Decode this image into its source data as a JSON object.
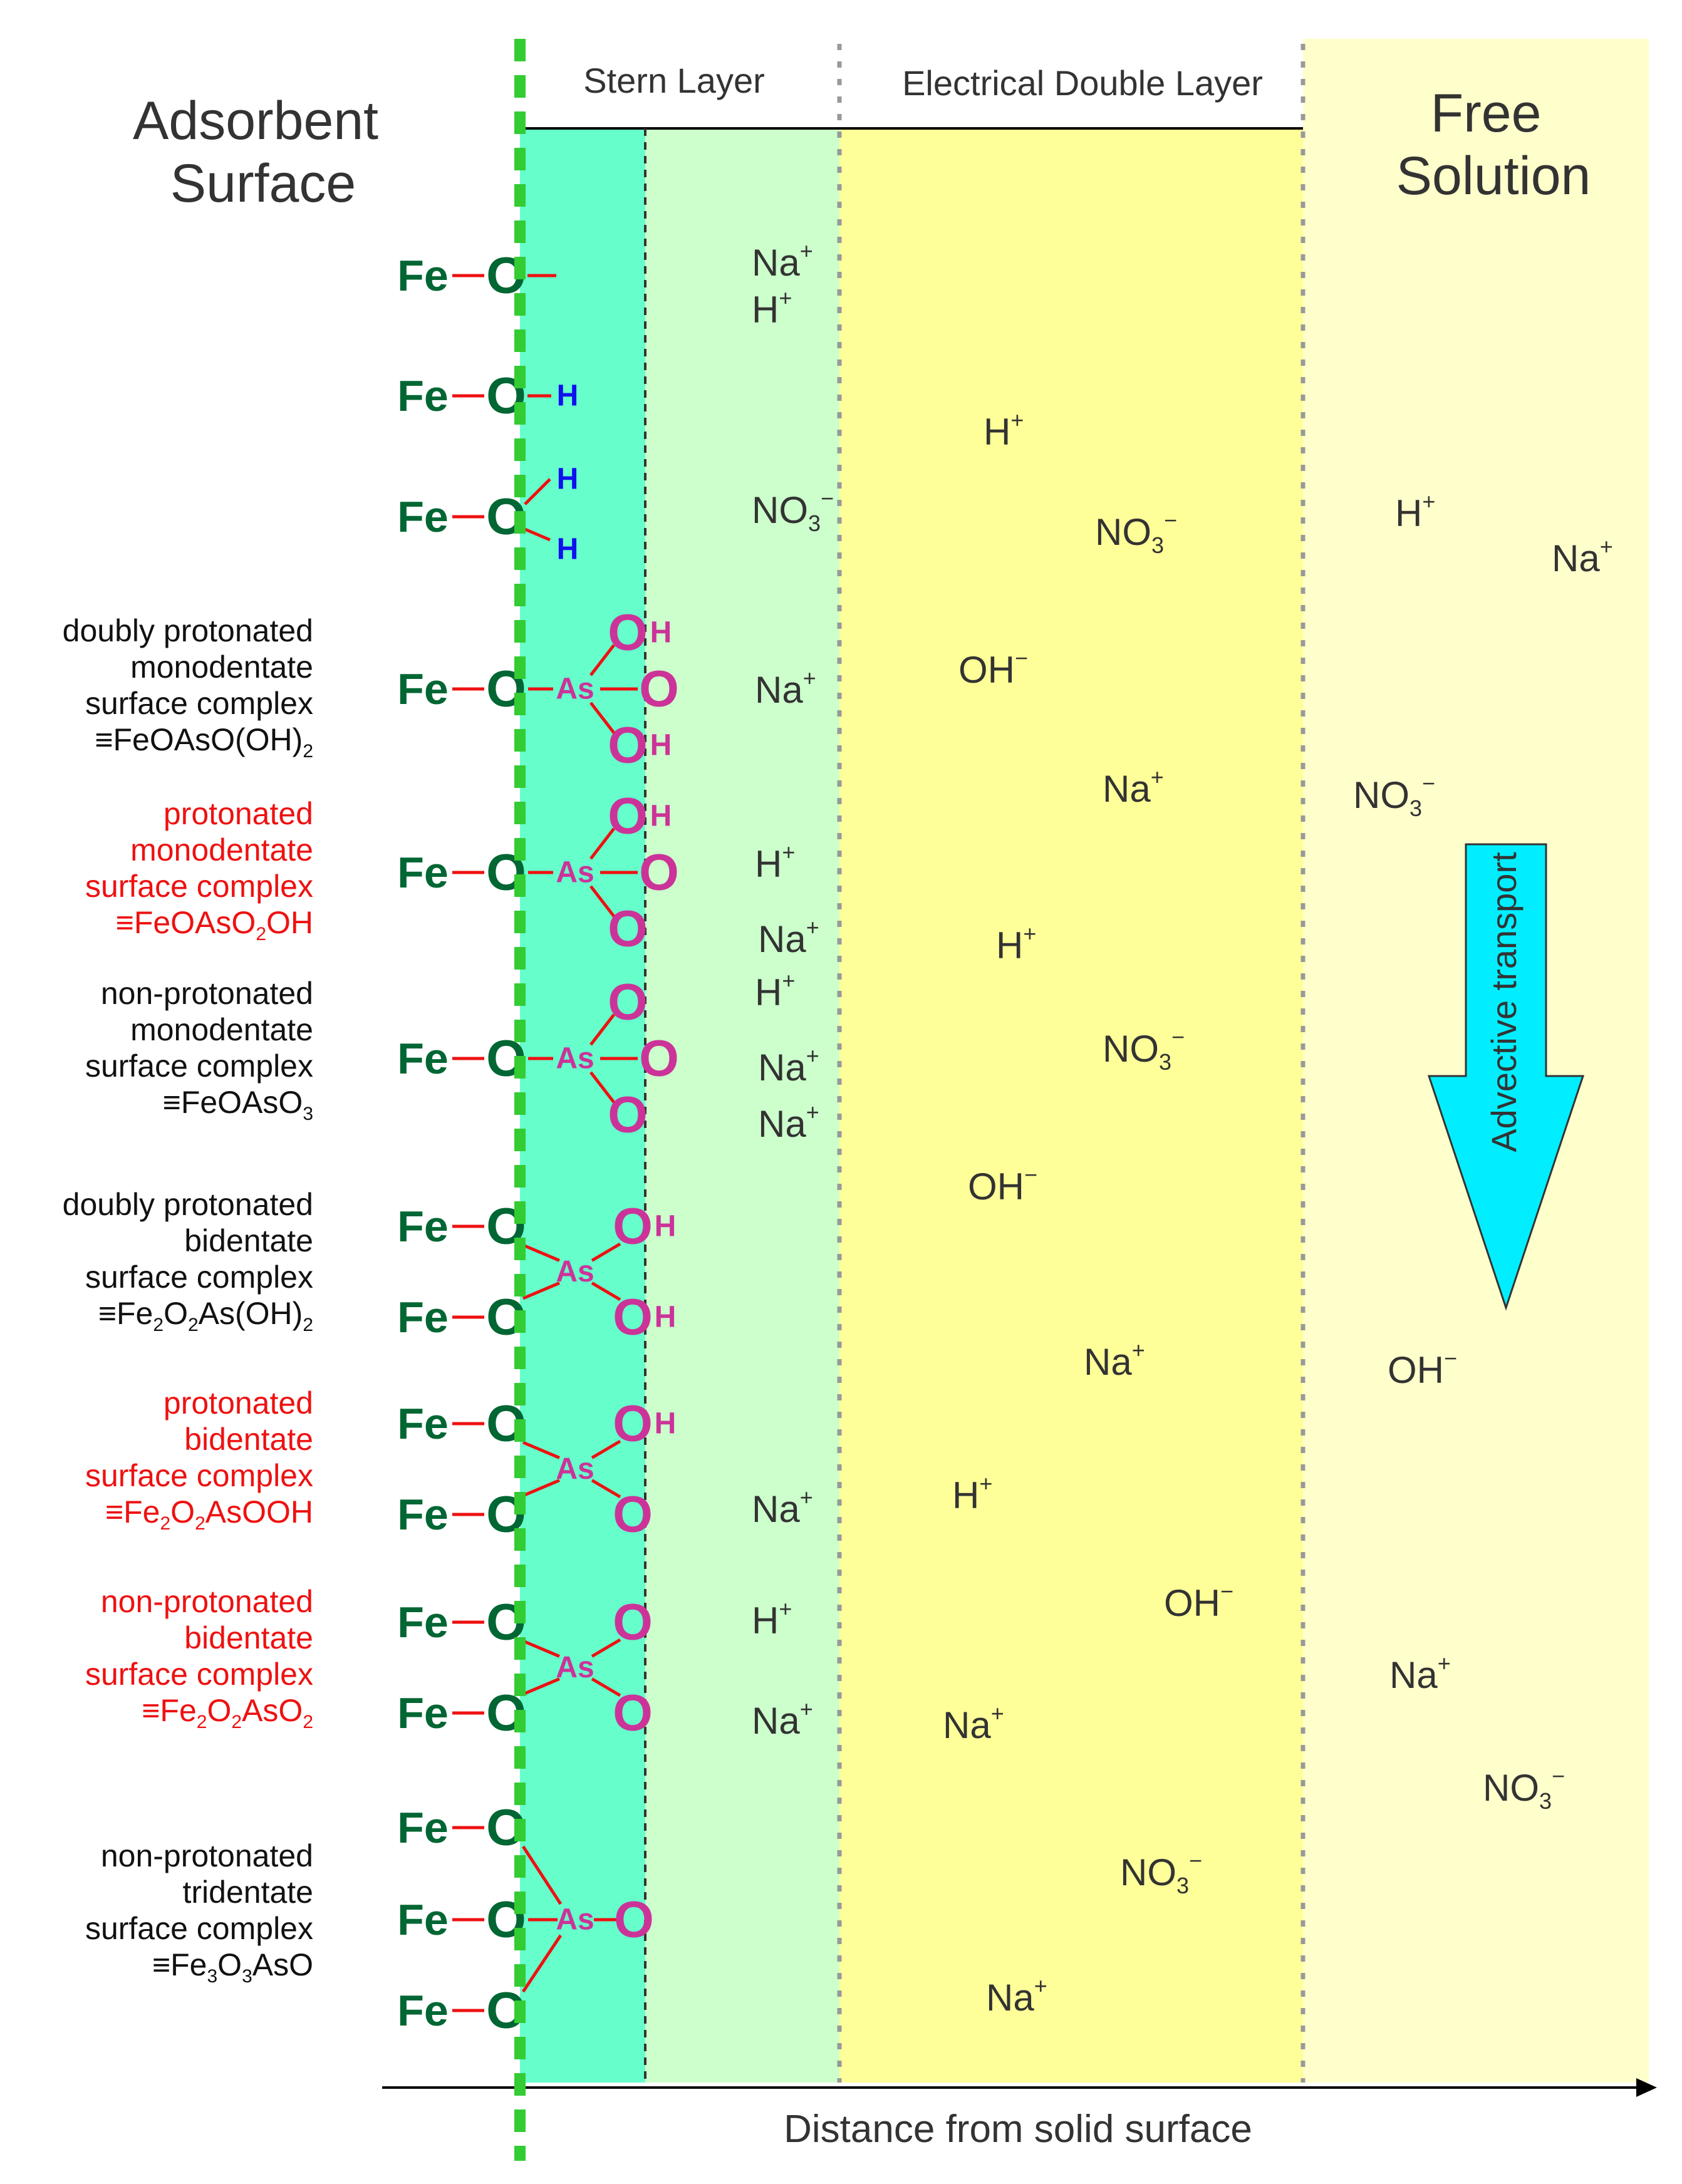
{
  "colors": {
    "stern_inner": "#66ffcc",
    "stern_outer": "#ccffcc",
    "edl": "#ffff99",
    "free_solution": "#ffffcc",
    "surface_dashed_line": "#33cc33",
    "fe_o_text": "#006633",
    "bond": "#ee1111",
    "hydrogen_on_oxygen": "#1111ee",
    "arsenate": "#cc3399",
    "red_label": "#ee1111",
    "advective_arrow": "#00eeff"
  },
  "headers": {
    "adsorbent": [
      "Adsorbent",
      "Surface"
    ],
    "stern": "Stern Layer",
    "edl": "Electrical Double Layer",
    "free": [
      "Free",
      "Solution"
    ]
  },
  "axis": {
    "xlabel": "Distance from solid surface"
  },
  "arrow": {
    "label": "Advective transport"
  },
  "species": {
    "fe": "Fe",
    "o": "O",
    "h": "H",
    "as": "As"
  },
  "complex_labels": [
    {
      "color": "black",
      "lines": [
        "doubly protonated",
        "monodentate",
        "surface complex"
      ],
      "formula": [
        [
          "≡FeOAsO(OH)",
          "n"
        ],
        [
          "2",
          "sub"
        ]
      ]
    },
    {
      "color": "red",
      "lines": [
        "protonated",
        "monodentate",
        "surface complex"
      ],
      "formula": [
        [
          "≡FeOAsO",
          "n"
        ],
        [
          "2",
          "sub"
        ],
        [
          "OH",
          "n"
        ]
      ]
    },
    {
      "color": "black",
      "lines": [
        "non-protonated",
        "monodentate",
        "surface complex"
      ],
      "formula": [
        [
          "≡FeOAsO",
          "n"
        ],
        [
          "3",
          "sub"
        ]
      ]
    },
    {
      "color": "black",
      "lines": [
        "doubly protonated",
        "bidentate",
        "surface complex"
      ],
      "formula": [
        [
          "≡Fe",
          "n"
        ],
        [
          "2",
          "sub"
        ],
        [
          "O",
          "n"
        ],
        [
          "2",
          "sub"
        ],
        [
          "As(OH)",
          "n"
        ],
        [
          "2",
          "sub"
        ]
      ]
    },
    {
      "color": "red",
      "lines": [
        "protonated",
        "bidentate",
        "surface complex"
      ],
      "formula": [
        [
          "≡Fe",
          "n"
        ],
        [
          "2",
          "sub"
        ],
        [
          "O",
          "n"
        ],
        [
          "2",
          "sub"
        ],
        [
          "AsOOH",
          "n"
        ]
      ]
    },
    {
      "color": "red",
      "lines": [
        "non-protonated",
        "bidentate",
        "surface complex"
      ],
      "formula": [
        [
          "≡Fe",
          "n"
        ],
        [
          "2",
          "sub"
        ],
        [
          "O",
          "n"
        ],
        [
          "2",
          "sub"
        ],
        [
          "AsO",
          "n"
        ],
        [
          "2",
          "sub"
        ]
      ]
    },
    {
      "color": "black",
      "lines": [
        "non-protonated",
        "tridentate",
        "surface complex"
      ],
      "formula": [
        [
          "≡Fe",
          "n"
        ],
        [
          "3",
          "sub"
        ],
        [
          "O",
          "n"
        ],
        [
          "3",
          "sub"
        ],
        [
          "AsO",
          "n"
        ]
      ]
    }
  ],
  "ions": [
    {
      "parts": [
        [
          "Na",
          "n"
        ],
        [
          "+",
          "sup"
        ]
      ]
    },
    {
      "parts": [
        [
          "H",
          "n"
        ],
        [
          "+",
          "sup"
        ]
      ]
    },
    {
      "parts": [
        [
          "NO",
          "n"
        ],
        [
          "3",
          "sub"
        ],
        [
          "−",
          "sup"
        ]
      ]
    },
    {
      "parts": [
        [
          "Na",
          "n"
        ],
        [
          "+",
          "sup"
        ]
      ]
    },
    {
      "parts": [
        [
          "H",
          "n"
        ],
        [
          "+",
          "sup"
        ]
      ]
    },
    {
      "parts": [
        [
          "Na",
          "n"
        ],
        [
          "+",
          "sup"
        ]
      ]
    },
    {
      "parts": [
        [
          "H",
          "n"
        ],
        [
          "+",
          "sup"
        ]
      ]
    },
    {
      "parts": [
        [
          "Na",
          "n"
        ],
        [
          "+",
          "sup"
        ]
      ]
    },
    {
      "parts": [
        [
          "Na",
          "n"
        ],
        [
          "+",
          "sup"
        ]
      ]
    },
    {
      "parts": [
        [
          "Na",
          "n"
        ],
        [
          "+",
          "sup"
        ]
      ]
    },
    {
      "parts": [
        [
          "H",
          "n"
        ],
        [
          "+",
          "sup"
        ]
      ]
    },
    {
      "parts": [
        [
          "Na",
          "n"
        ],
        [
          "+",
          "sup"
        ]
      ]
    },
    {
      "parts": [
        [
          "H",
          "n"
        ],
        [
          "+",
          "sup"
        ]
      ]
    },
    {
      "parts": [
        [
          "NO",
          "n"
        ],
        [
          "3",
          "sub"
        ],
        [
          "−",
          "sup"
        ]
      ]
    },
    {
      "parts": [
        [
          "OH",
          "n"
        ],
        [
          "−",
          "sup"
        ]
      ]
    },
    {
      "parts": [
        [
          "Na",
          "n"
        ],
        [
          "+",
          "sup"
        ]
      ]
    },
    {
      "parts": [
        [
          "H",
          "n"
        ],
        [
          "+",
          "sup"
        ]
      ]
    },
    {
      "parts": [
        [
          "NO",
          "n"
        ],
        [
          "3",
          "sub"
        ],
        [
          "−",
          "sup"
        ]
      ]
    },
    {
      "parts": [
        [
          "OH",
          "n"
        ],
        [
          "−",
          "sup"
        ]
      ]
    },
    {
      "parts": [
        [
          "Na",
          "n"
        ],
        [
          "+",
          "sup"
        ]
      ]
    },
    {
      "parts": [
        [
          "H",
          "n"
        ],
        [
          "+",
          "sup"
        ]
      ]
    },
    {
      "parts": [
        [
          "OH",
          "n"
        ],
        [
          "−",
          "sup"
        ]
      ]
    },
    {
      "parts": [
        [
          "Na",
          "n"
        ],
        [
          "+",
          "sup"
        ]
      ]
    },
    {
      "parts": [
        [
          "NO",
          "n"
        ],
        [
          "3",
          "sub"
        ],
        [
          "−",
          "sup"
        ]
      ]
    },
    {
      "parts": [
        [
          "Na",
          "n"
        ],
        [
          "+",
          "sup"
        ]
      ]
    },
    {
      "parts": [
        [
          "H",
          "n"
        ],
        [
          "+",
          "sup"
        ]
      ]
    },
    {
      "parts": [
        [
          "Na",
          "n"
        ],
        [
          "+",
          "sup"
        ]
      ]
    },
    {
      "parts": [
        [
          "NO",
          "n"
        ],
        [
          "3",
          "sub"
        ],
        [
          "−",
          "sup"
        ]
      ]
    },
    {
      "parts": [
        [
          "OH",
          "n"
        ],
        [
          "−",
          "sup"
        ]
      ]
    },
    {
      "parts": [
        [
          "Na",
          "n"
        ],
        [
          "+",
          "sup"
        ]
      ]
    },
    {
      "parts": [
        [
          "NO",
          "n"
        ],
        [
          "3",
          "sub"
        ],
        [
          "−",
          "sup"
        ]
      ]
    }
  ]
}
